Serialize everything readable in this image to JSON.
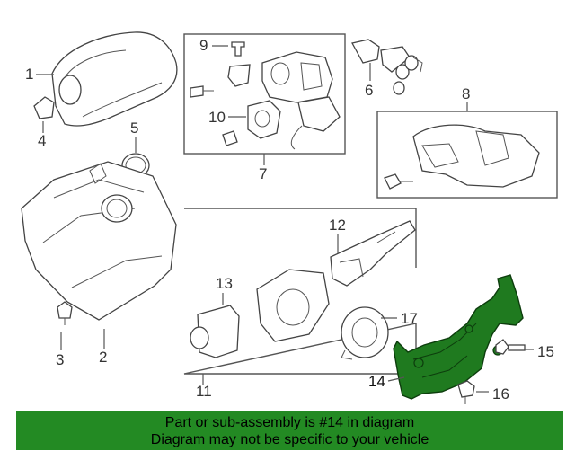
{
  "callouts": {
    "c1": "1",
    "c2": "2",
    "c3": "3",
    "c4": "4",
    "c5": "5",
    "c6": "6",
    "c7": "7",
    "c8": "8",
    "c9": "9",
    "c10": "10",
    "c11": "11",
    "c12": "12",
    "c13": "13",
    "c14": "14",
    "c15": "15",
    "c16": "16",
    "c17": "17"
  },
  "highlighted_part": "14",
  "highlight_color": "#238a23",
  "banner": {
    "line1": "Part or sub-assembly is #14 in diagram",
    "line2": "Diagram may not be specific to your vehicle"
  }
}
